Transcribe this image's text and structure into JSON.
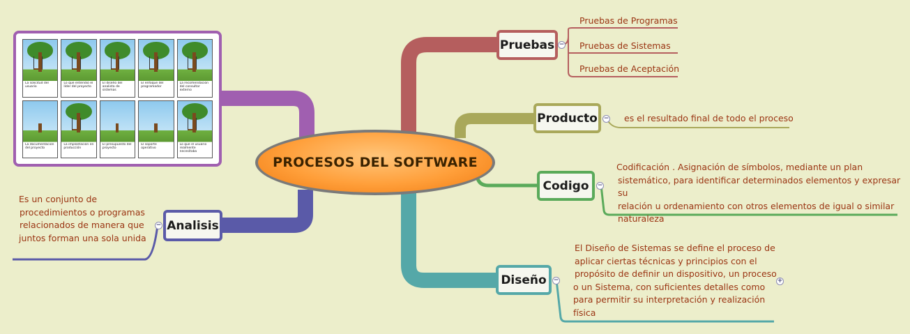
{
  "central": {
    "title": "PROCESOS DEL SOFTWARE"
  },
  "colors": {
    "pruebas": "#b55e5e",
    "producto": "#a9a85a",
    "codigo": "#5aaa5a",
    "diseno": "#55a8a8",
    "analisis": "#5a5aa8",
    "image_branch": "#a05fb0",
    "note_text": "#9a3412"
  },
  "branches": {
    "pruebas": {
      "label": "Pruebas",
      "items": [
        "Pruebas de Programas",
        "Pruebas de Sistemas",
        "Pruebas de Aceptación"
      ]
    },
    "producto": {
      "label": "Producto",
      "note": "es el resultado final de todo el proceso"
    },
    "codigo": {
      "label": "Codigo",
      "note_lines": [
        "Codificación . Asignación de símbolos, mediante un plan",
        "sistemático, para identificar determinados elementos y expresar su",
        "relación u ordenamiento con otros elementos de igual o similar",
        "naturaleza"
      ]
    },
    "diseno": {
      "label": "Diseño",
      "note_lines": [
        "El Diseño de Sistemas se define el proceso de",
        "aplicar ciertas técnicas y principios con el",
        "propósito de definir un dispositivo, un proceso",
        "o un Sistema, con suficientes detalles como",
        "para permitir su interpretación y realización",
        "física"
      ]
    },
    "analisis": {
      "label": "Analisis",
      "note_lines": [
        "Es un conjunto de",
        "procedimientos o programas",
        "relacionados de manera que",
        "juntos forman una sola unida"
      ]
    }
  },
  "toggles": {
    "collapse": "−",
    "expand": "+"
  },
  "comic": {
    "captions": [
      "La solicitud del usuario",
      "Lo que entendió el líder del proyecto",
      "El diseño del analista de sistemas",
      "El enfoque del programador",
      "La recomendación del consultor externo",
      "La documentación del proyecto",
      "La implantación en producción",
      "El presupuesto del proyecto",
      "El soporte operativo",
      "Lo que el usuario realmente necesitaba"
    ]
  }
}
